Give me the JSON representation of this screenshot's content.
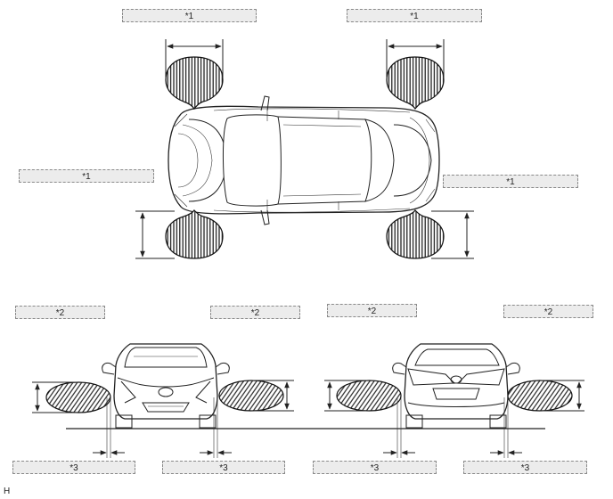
{
  "labels": {
    "top_left": "*1",
    "top_right": "*1",
    "mid_left": "*1",
    "mid_right": "*1",
    "row2_a": "*2",
    "row2_b": "*2",
    "row2_c": "*2",
    "row2_d": "*2",
    "bottom_a": "*3",
    "bottom_b": "*3",
    "bottom_c": "*3",
    "bottom_d": "*3"
  },
  "corner_mark": "H"
}
